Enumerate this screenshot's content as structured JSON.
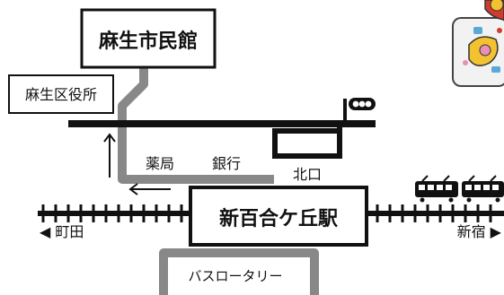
{
  "labels": {
    "civic_hall": "麻生市民館",
    "ward_office": "麻生区役所",
    "pharmacy": "薬局",
    "bank": "銀行",
    "north_exit": "北口",
    "station": "新百合ケ丘駅",
    "machida": "◀ 町田",
    "shinjuku": "新宿 ▶",
    "bus_rotary": "バスロータリー"
  },
  "colors": {
    "walk_path": "#888888",
    "lines": "#111111",
    "illustration_red": "#d23a2e",
    "illustration_yellow": "#f2c230",
    "illustration_pink": "#e98fb8",
    "illustration_blue": "#5aa8d8"
  },
  "icons": {
    "train": "train-icon",
    "signal": "railway-signal-icon",
    "illustration": "gift-illustration"
  }
}
